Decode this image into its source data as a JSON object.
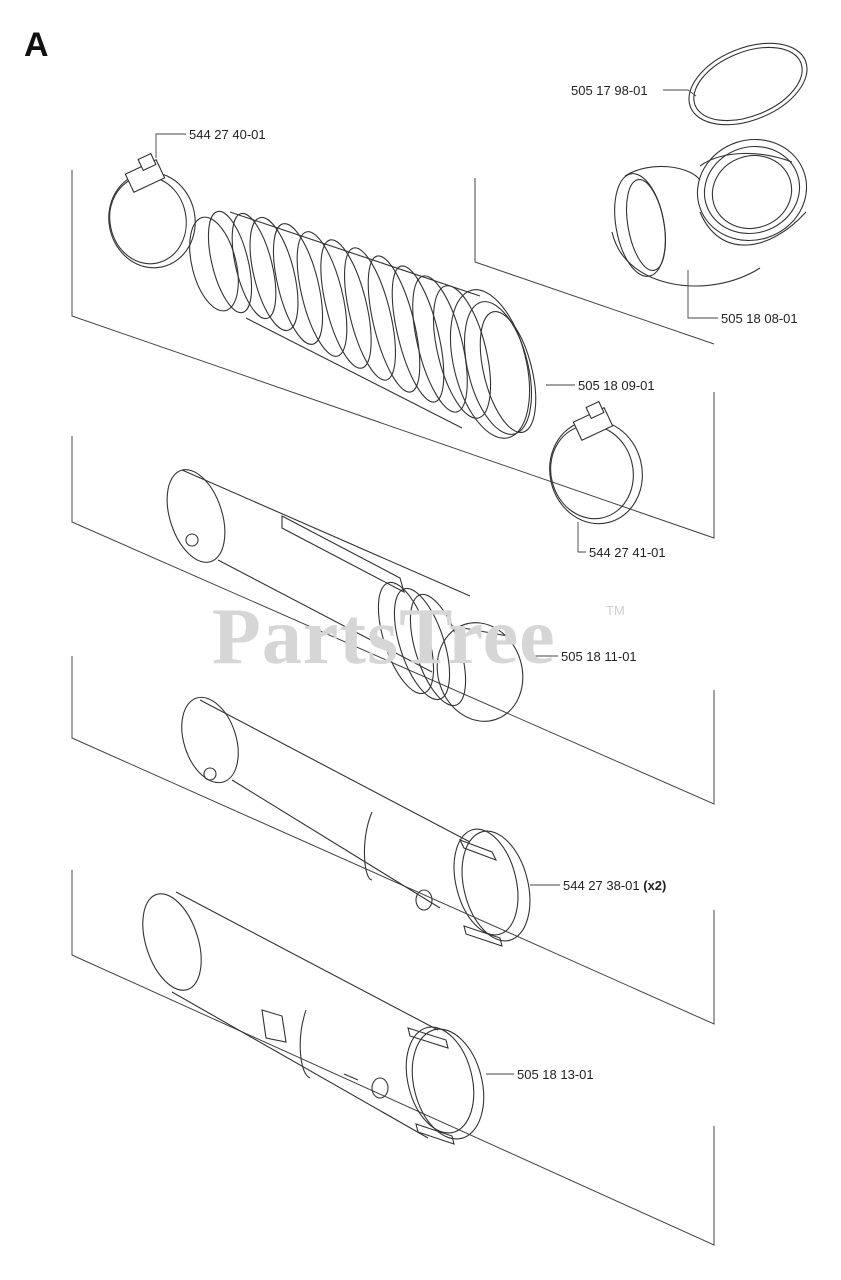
{
  "section_letter": "A",
  "watermark": {
    "text": "PartsTree",
    "trademark": "TM"
  },
  "parts": [
    {
      "number": "505 17 98-01",
      "qty": ""
    },
    {
      "number": "544 27 40-01",
      "qty": ""
    },
    {
      "number": "505 18 08-01",
      "qty": ""
    },
    {
      "number": "505 18 09-01",
      "qty": ""
    },
    {
      "number": "544 27 41-01",
      "qty": ""
    },
    {
      "number": "505 18 11-01",
      "qty": ""
    },
    {
      "number": "544 27 38-01",
      "qty": "(x2)"
    },
    {
      "number": "505 18 13-01",
      "qty": ""
    }
  ],
  "colors": {
    "line": "#333333",
    "watermark": "#d6d6d6"
  }
}
